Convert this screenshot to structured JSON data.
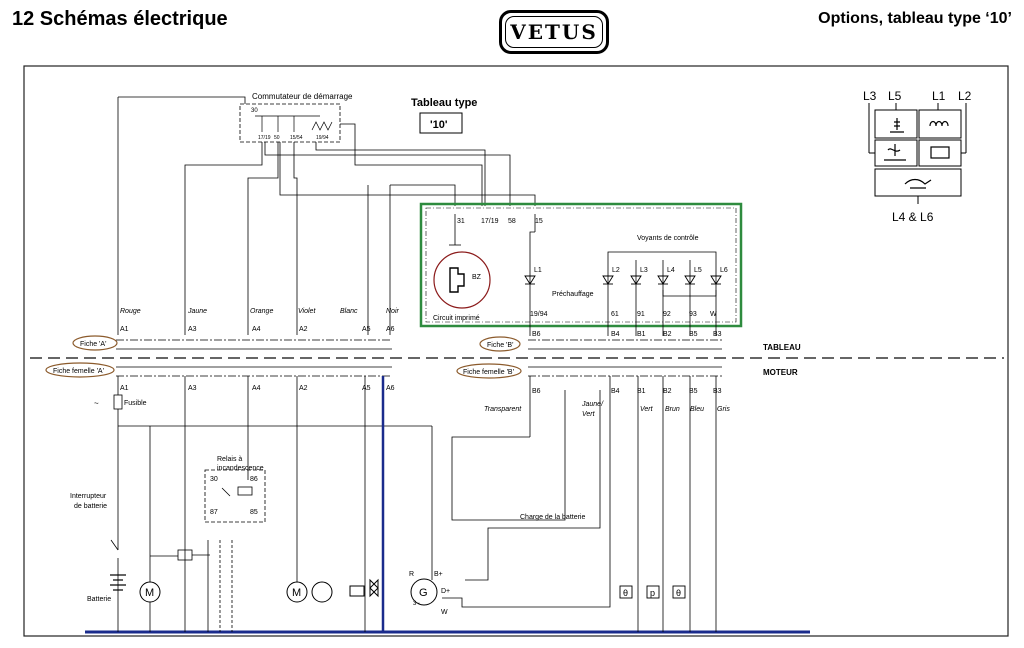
{
  "header": {
    "title": "12 Schémas électrique",
    "logo": "VETUS",
    "right_title": "Options, tableau type ‘10’"
  },
  "panel": {
    "label": "Tableau type",
    "type": "'10'",
    "start_switch": "Commutateur de démarrage",
    "switch_terminals": [
      "30",
      "17/19",
      "50",
      "15/54",
      "19/94"
    ],
    "pcb_label": "Circuit imprimé",
    "buzzer": "BZ",
    "preheat": "Préchauffage",
    "warning_lights": "Voyants de contrôle",
    "top_terminals": [
      "31",
      "17/19",
      "58",
      "15"
    ],
    "lamps": [
      "L1",
      "L2",
      "L3",
      "L4",
      "L5",
      "L6"
    ],
    "bottom_terminals": [
      "19/94",
      "61",
      "91",
      "92",
      "93",
      "W"
    ]
  },
  "legend": {
    "top_labels": [
      "L3",
      "L5",
      "L1",
      "L2"
    ],
    "bottom_label": "L4 & L6"
  },
  "connectors": {
    "fiche_a": "Fiche 'A'",
    "fiche_b": "Fiche 'B'",
    "fiche_femelle_a": "Fiche femelle 'A'",
    "fiche_femelle_b": "Fiche femelle 'B'",
    "tableau": "TABLEAU",
    "moteur": "MOTEUR"
  },
  "wires_a": {
    "colors": [
      "Rouge",
      "Jaune",
      "Orange",
      "Violet",
      "Blanc",
      "Noir"
    ],
    "pins": [
      "A1",
      "A3",
      "A4",
      "A2",
      "A5",
      "A6"
    ]
  },
  "wires_b": {
    "pins": [
      "B6",
      "B4",
      "B1",
      "B2",
      "B5",
      "B3"
    ],
    "colors": [
      "Transparent",
      "Jaune/",
      "Vert",
      "Vert",
      "Brun",
      "Bleu",
      "Gris"
    ]
  },
  "engine": {
    "fuse": "Fusible",
    "glow_relay": "Relais à",
    "glow_relay2": "incandescence",
    "relay_terminals": [
      "30",
      "86",
      "87",
      "85"
    ],
    "battery_switch": "Interrupteur",
    "battery_switch2": "de batterie",
    "battery": "Batterie",
    "charge": "Charge de la batterie",
    "motor": "M",
    "alternator": "G",
    "alt_terminals": [
      "R",
      "B+",
      "D+",
      "W",
      "3~"
    ],
    "sensor_symbols": [
      "θ",
      "p",
      "θ"
    ]
  }
}
